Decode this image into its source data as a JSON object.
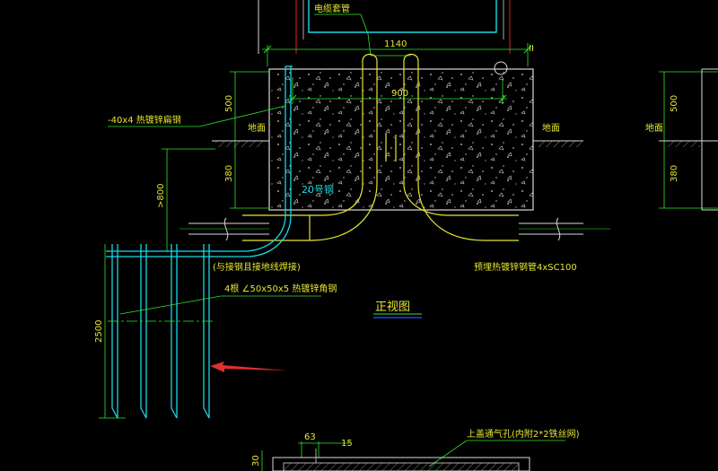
{
  "drawing": {
    "colors": {
      "background": "#000000",
      "white_line": "#d8d8d8",
      "cyan": "#18d8e6",
      "yellow": "#e6e632",
      "green": "#2ee62e",
      "red": "#e02020",
      "blue": "#2040ff",
      "arrow": "#e03030"
    },
    "labels": {
      "cable_pipe": "电缆套管",
      "dim_1140": "1140",
      "mark_II": "II",
      "dim_900": "900",
      "dim_500_left": "500",
      "dim_500_right": "500",
      "dim_380_left": "380",
      "dim_380_right": "380",
      "ground_left": "地面",
      "ground_mid": "地面",
      "ground_right": "地面",
      "flat_steel": "-40x4 热镀锌扁钢",
      "steel_20": "20号钢",
      "dim_800": ">800",
      "weld_note": "(与接钢且接地线焊接)",
      "angle_steel": "4根 ∠50x50x5 热镀锌角钢",
      "conduit": "预埋热镀锌钢管4xSC100",
      "dim_2500": "2500",
      "front_view": "正视图",
      "dim_63": "63",
      "dim_15": "15",
      "vent_note": "上盖通气孔(内附2*2铁丝网)",
      "dim_30": "30"
    }
  }
}
